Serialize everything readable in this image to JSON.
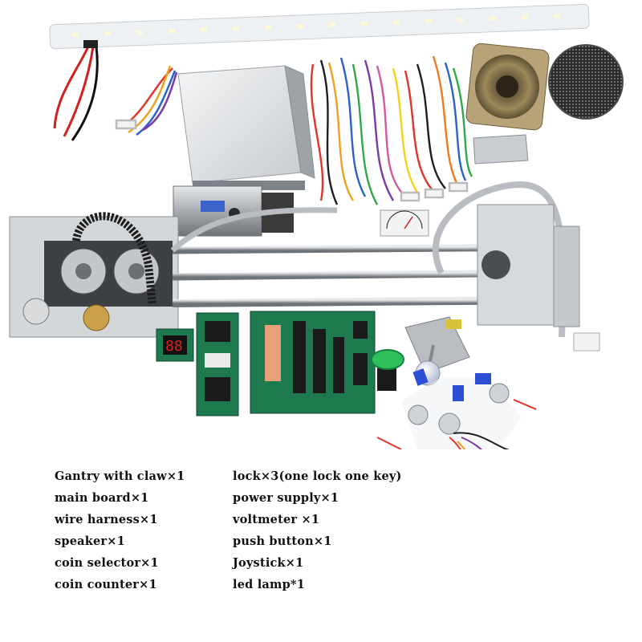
{
  "components": {
    "left": [
      "Gantry with claw×1",
      "main board×1",
      "wire harness×1",
      "speaker×1",
      "coin selector×1",
      "coin counter×1"
    ],
    "right": [
      "lock×3(one lock one key)",
      "power supply×1",
      "voltmeter ×1",
      "push button×1",
      "Joystick×1",
      "led lamp*1"
    ]
  },
  "colors": {
    "background": "#ffffff",
    "steel": "#b9bcc0",
    "pcb_green": "#1e7a4e",
    "push_button": "#2fbf5a",
    "lock_key_blue": "#2c4fd6"
  }
}
